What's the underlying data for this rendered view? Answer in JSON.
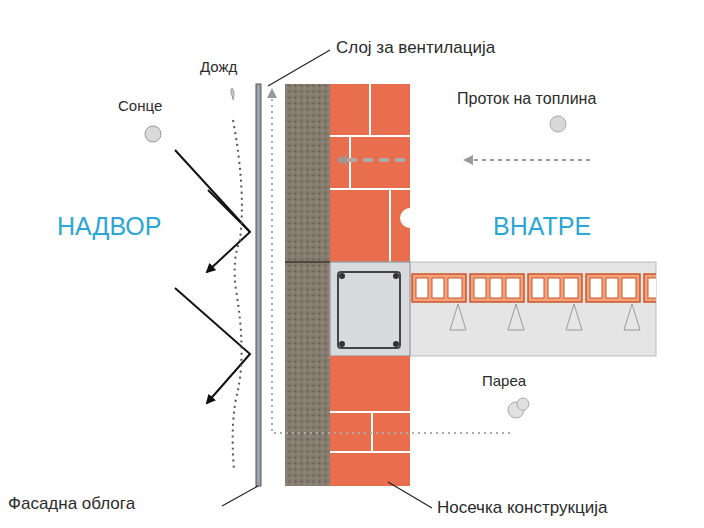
{
  "diagram": {
    "labels": [
      "Слој за вентилација",
      "Дожд",
      "Проток на топлина",
      "Сонце",
      "НАДВОР",
      "ВНАТРЕ",
      "Пареа",
      "Фасадна облога",
      "Носечка конструкција"
    ]
  }
}
